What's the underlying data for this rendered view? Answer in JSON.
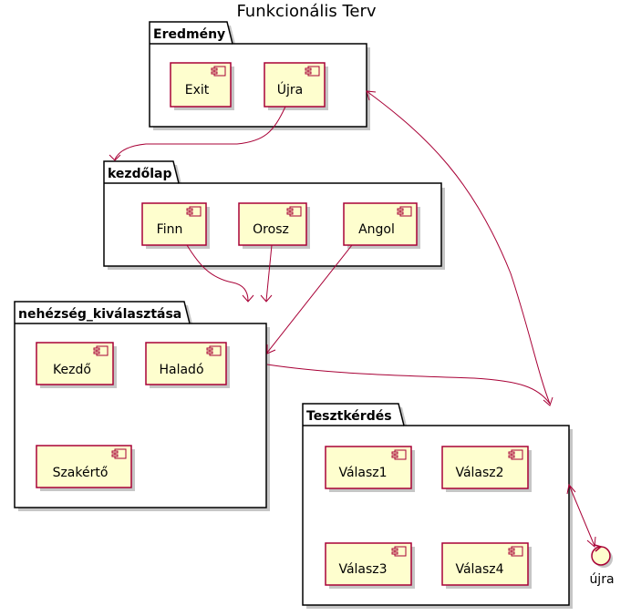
{
  "diagram": {
    "title": "Funkcionális Terv",
    "packages": {
      "eredmeny": {
        "name": "Eredmény",
        "components": [
          "Exit",
          "Újra"
        ]
      },
      "kezdolap": {
        "name": "kezdőlap",
        "components": [
          "Finn",
          "Orosz",
          "Angol"
        ]
      },
      "nehezseg": {
        "name": "nehézség_kiválasztása",
        "components": [
          "Kezdő",
          "Haladó",
          "Szakértő"
        ]
      },
      "teszt": {
        "name": "Tesztkérdés",
        "components": [
          "Válasz1",
          "Válasz2",
          "Válasz3",
          "Válasz4"
        ]
      }
    },
    "control": {
      "label": "újra"
    },
    "colors": {
      "component_fill": "#FEFECE",
      "component_border": "#A80036",
      "edge": "#A80036",
      "package_border": "#000000"
    }
  }
}
